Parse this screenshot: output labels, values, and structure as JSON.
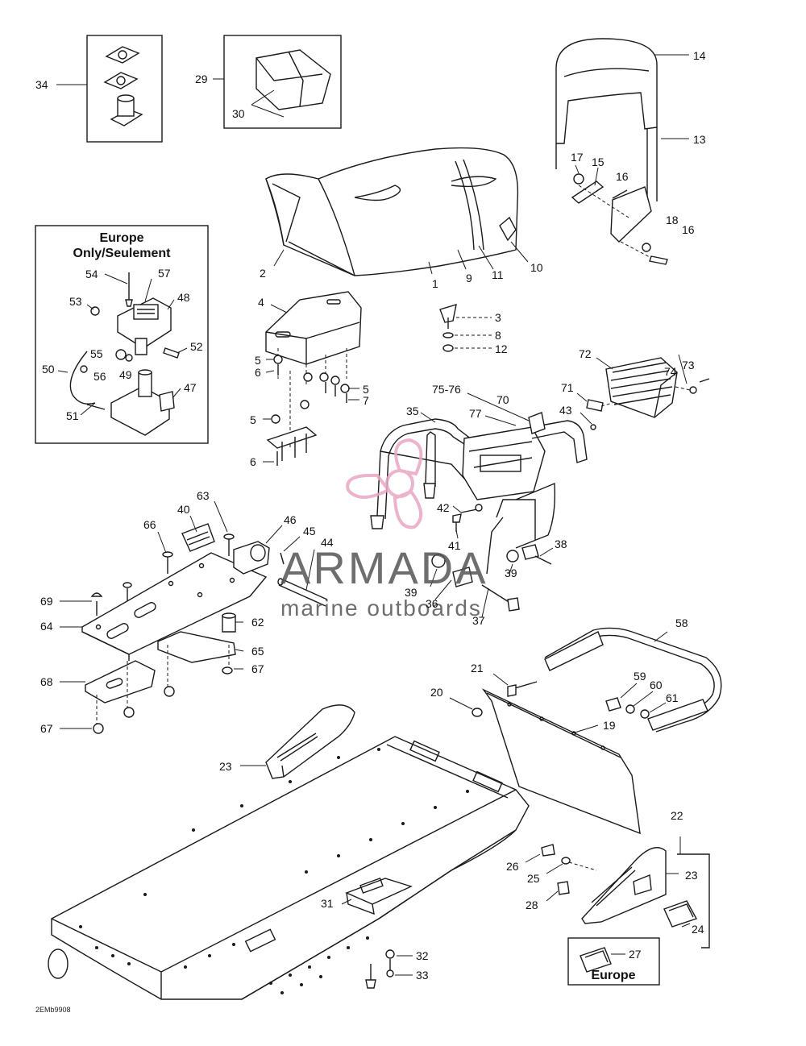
{
  "diagram_code": "2EMb9908",
  "inset_europe": {
    "title_line1": "Europe",
    "title_line2": "Only/Seulement"
  },
  "inset_europe_small": {
    "label": "Europe"
  },
  "watermark": {
    "brand": "ARMADA",
    "tagline": "marine outboards",
    "color": "#e8a6c4"
  },
  "callouts": [
    "1",
    "2",
    "3",
    "4",
    "5",
    "6",
    "7",
    "8",
    "9",
    "10",
    "11",
    "12",
    "13",
    "14",
    "15",
    "16",
    "17",
    "18",
    "19",
    "20",
    "21",
    "22",
    "23",
    "24",
    "25",
    "26",
    "27",
    "28",
    "29",
    "30",
    "31",
    "32",
    "33",
    "34",
    "35",
    "36",
    "37",
    "38",
    "39",
    "40",
    "41",
    "42",
    "43",
    "44",
    "45",
    "46",
    "47",
    "48",
    "49",
    "50",
    "51",
    "52",
    "53",
    "54",
    "55",
    "56",
    "57",
    "58",
    "59",
    "60",
    "61",
    "62",
    "63",
    "64",
    "65",
    "66",
    "67",
    "68",
    "69",
    "70",
    "71",
    "72",
    "73",
    "74",
    "75-76",
    "77"
  ]
}
